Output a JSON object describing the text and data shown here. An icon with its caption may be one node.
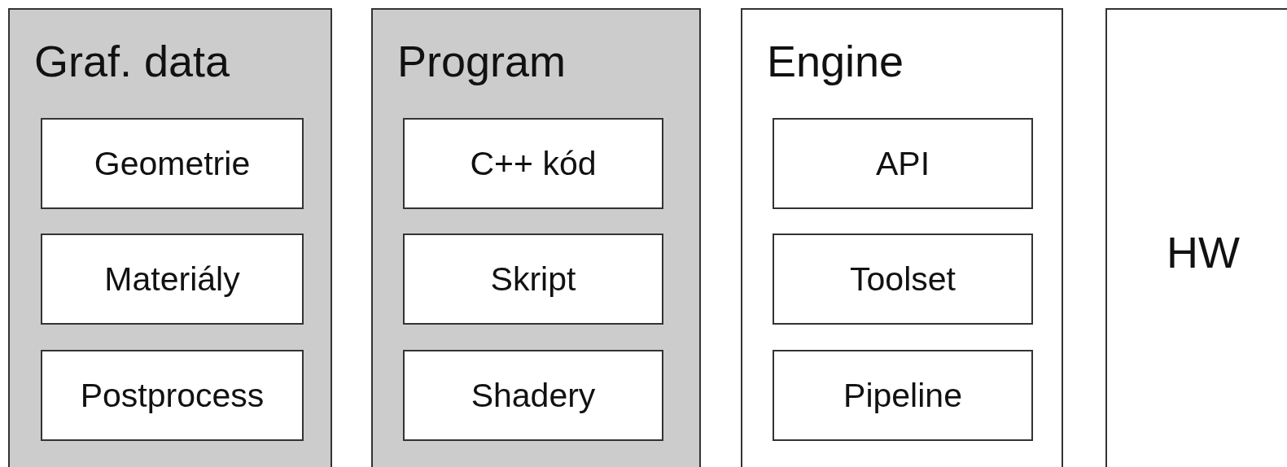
{
  "diagram": {
    "nodes": [
      {
        "text": [
          "Graf. data"
        ]
      },
      {
        "text": [
          "Geometrie"
        ],
        "in": 0
      },
      {
        "text": [
          "Materiály"
        ],
        "in": 0
      },
      {
        "text": [
          "Postprocess"
        ],
        "in": 0
      },
      {
        "text": [
          "Program"
        ]
      },
      {
        "text": [
          "C++ kód"
        ],
        "in": 4
      },
      {
        "text": [
          "Skript"
        ],
        "in": 4
      },
      {
        "text": [
          "Shadery"
        ],
        "in": 4
      },
      {
        "text": [
          "Engine"
        ]
      },
      {
        "text": [
          "API"
        ],
        "in": 8
      },
      {
        "text": [
          "Toolset"
        ],
        "in": 8
      },
      {
        "text": [
          "Pipeline"
        ],
        "in": 8
      },
      {
        "text": [
          "HW"
        ]
      }
    ]
  }
}
